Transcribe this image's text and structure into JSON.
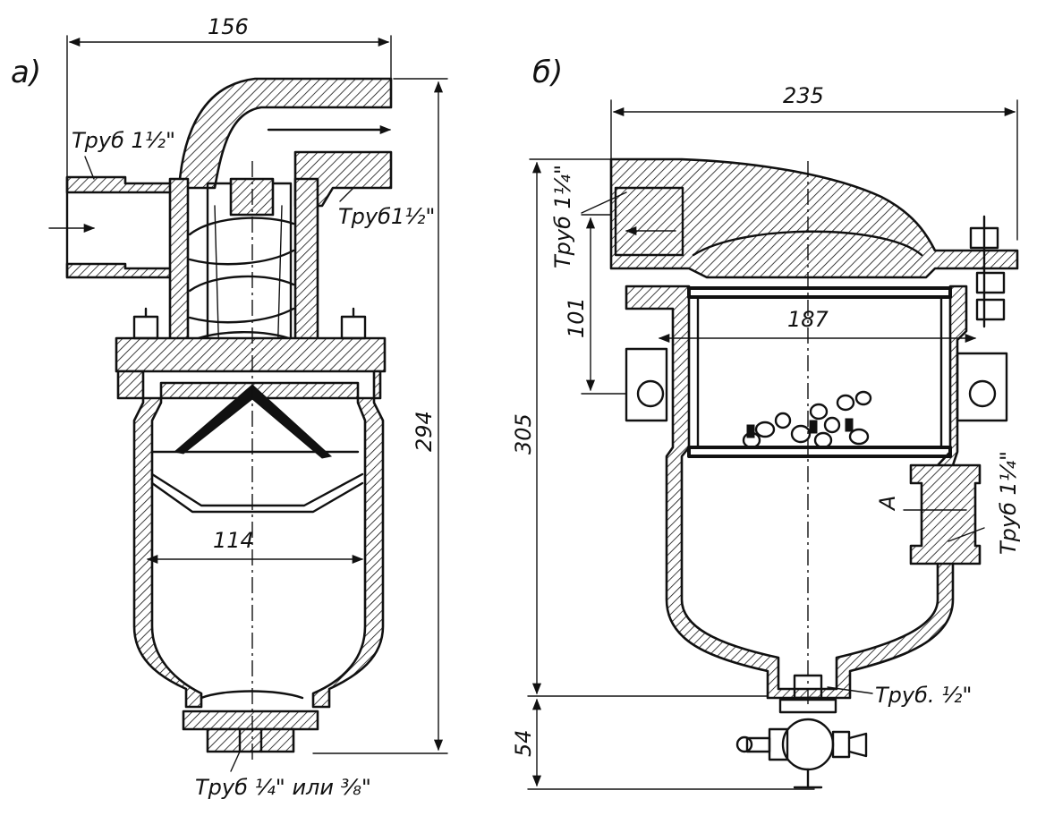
{
  "figure_a": {
    "label": "а)",
    "dims": {
      "width_top": "156",
      "height": "294",
      "inner_diameter": "114"
    },
    "callouts": {
      "inlet_pipe": "Труб 1½\"",
      "outlet_pipe": "Труб1½\"",
      "drain_pipe": "Труб ¼\" или ⅜\""
    }
  },
  "figure_b": {
    "label": "б)",
    "dims": {
      "width_top": "235",
      "height": "305",
      "bottom": "54",
      "basket_height": "101",
      "basket_diameter": "187"
    },
    "callouts": {
      "outlet_pipe": "Труб 1¼\"",
      "inlet_pipe": "Труб 1¼\"",
      "drain_pipe": "Труб. ½\"",
      "section_mark": "А"
    }
  }
}
